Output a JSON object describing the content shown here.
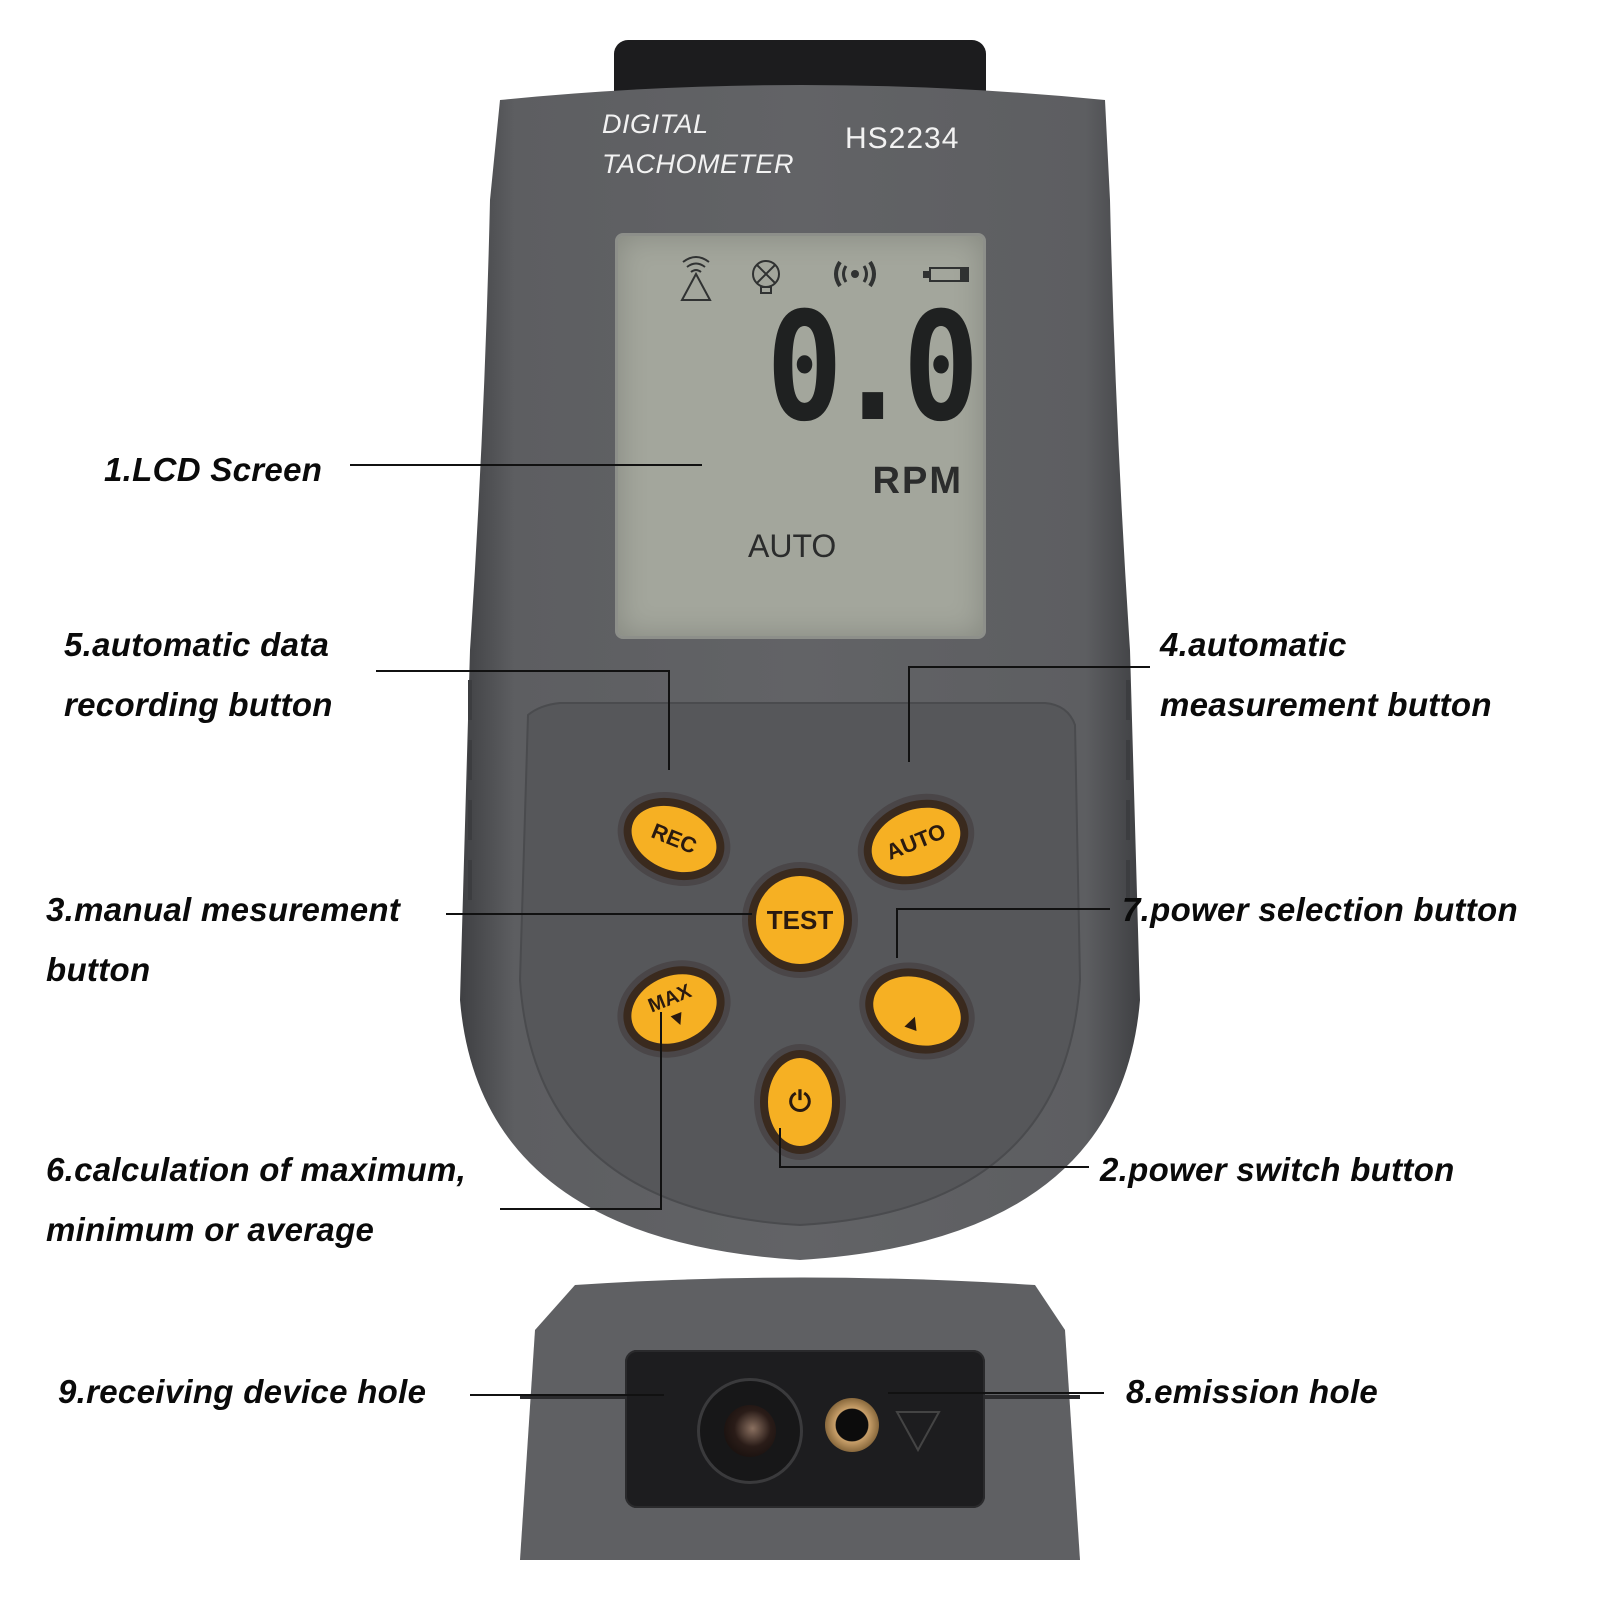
{
  "device": {
    "brand_line1": "DIGITAL",
    "brand_line2": "TACHOMETER",
    "model": "HS2234",
    "colors": {
      "body": "#5a5b5e",
      "body_dark": "#3e3f42",
      "lcd": "#a3a69c",
      "button": "#f6b023",
      "cap": "#1c1c1e"
    }
  },
  "lcd": {
    "icons": [
      "laser-warning-icon",
      "lamp-icon",
      "signal-icon",
      "battery-icon"
    ],
    "reading": "0.0",
    "unit": "RPM",
    "mode": "AUTO"
  },
  "buttons": {
    "rec": "REC",
    "auto": "AUTO",
    "test": "TEST",
    "max": "MAX",
    "max_arrow": "▼",
    "up_arrow": "▲",
    "power": "⏻"
  },
  "callouts": [
    {
      "id": 1,
      "text": "1.LCD Screen"
    },
    {
      "id": 2,
      "text": "2.power switch button"
    },
    {
      "id": 3,
      "line1": "3.manual mesurement",
      "line2": "button"
    },
    {
      "id": 4,
      "line1": "4.automatic",
      "line2": "measurement button"
    },
    {
      "id": 5,
      "line1": "5.automatic data",
      "line2": "recording button"
    },
    {
      "id": 6,
      "line1": "6.calculation of maximum,",
      "line2": "minimum or average"
    },
    {
      "id": 7,
      "text": "7.power selection button"
    },
    {
      "id": 8,
      "text": "8.emission hole"
    },
    {
      "id": 9,
      "text": "9.receiving device hole"
    }
  ]
}
